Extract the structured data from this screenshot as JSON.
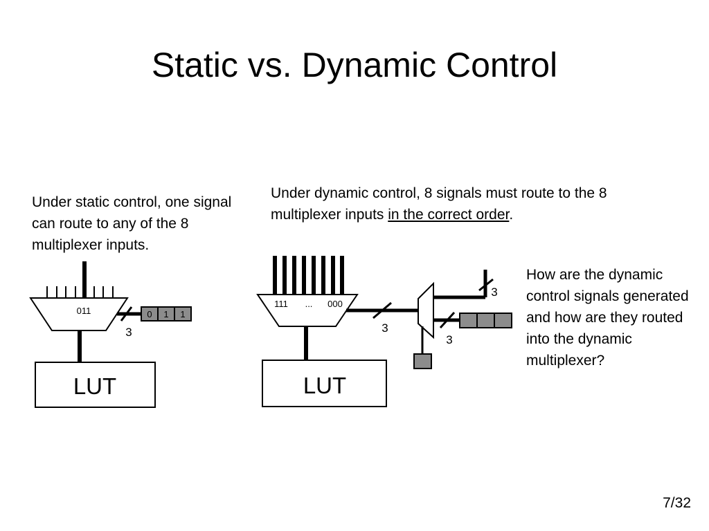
{
  "slide": {
    "title": "Static vs. Dynamic Control",
    "static_text": "Under static control, one signal can route to any of the 8 multiplexer inputs.",
    "dynamic_text_before": "Under dynamic control, 8 signals must route to the 8 multiplexer inputs ",
    "dynamic_text_underlined": "in the correct order",
    "dynamic_text_after": ".",
    "question_text": "How are the dynamic control signals generated and how are they routed into the dynamic multiplexer?",
    "page_number": "7/32"
  },
  "static_diagram": {
    "mux_select": "011",
    "register_bits": [
      "0",
      "1",
      "1"
    ],
    "bus_width": "3",
    "lut_label": "LUT"
  },
  "dynamic_diagram": {
    "mux_label_left": "111",
    "mux_label_mid": "...",
    "mux_label_right": "000",
    "bus_width_main": "3",
    "bus_width_top": "3",
    "bus_width_reg": "3",
    "lut_label": "LUT"
  },
  "colors": {
    "register_fill": "#8c8c8c",
    "line": "#000000",
    "background": "#ffffff"
  }
}
